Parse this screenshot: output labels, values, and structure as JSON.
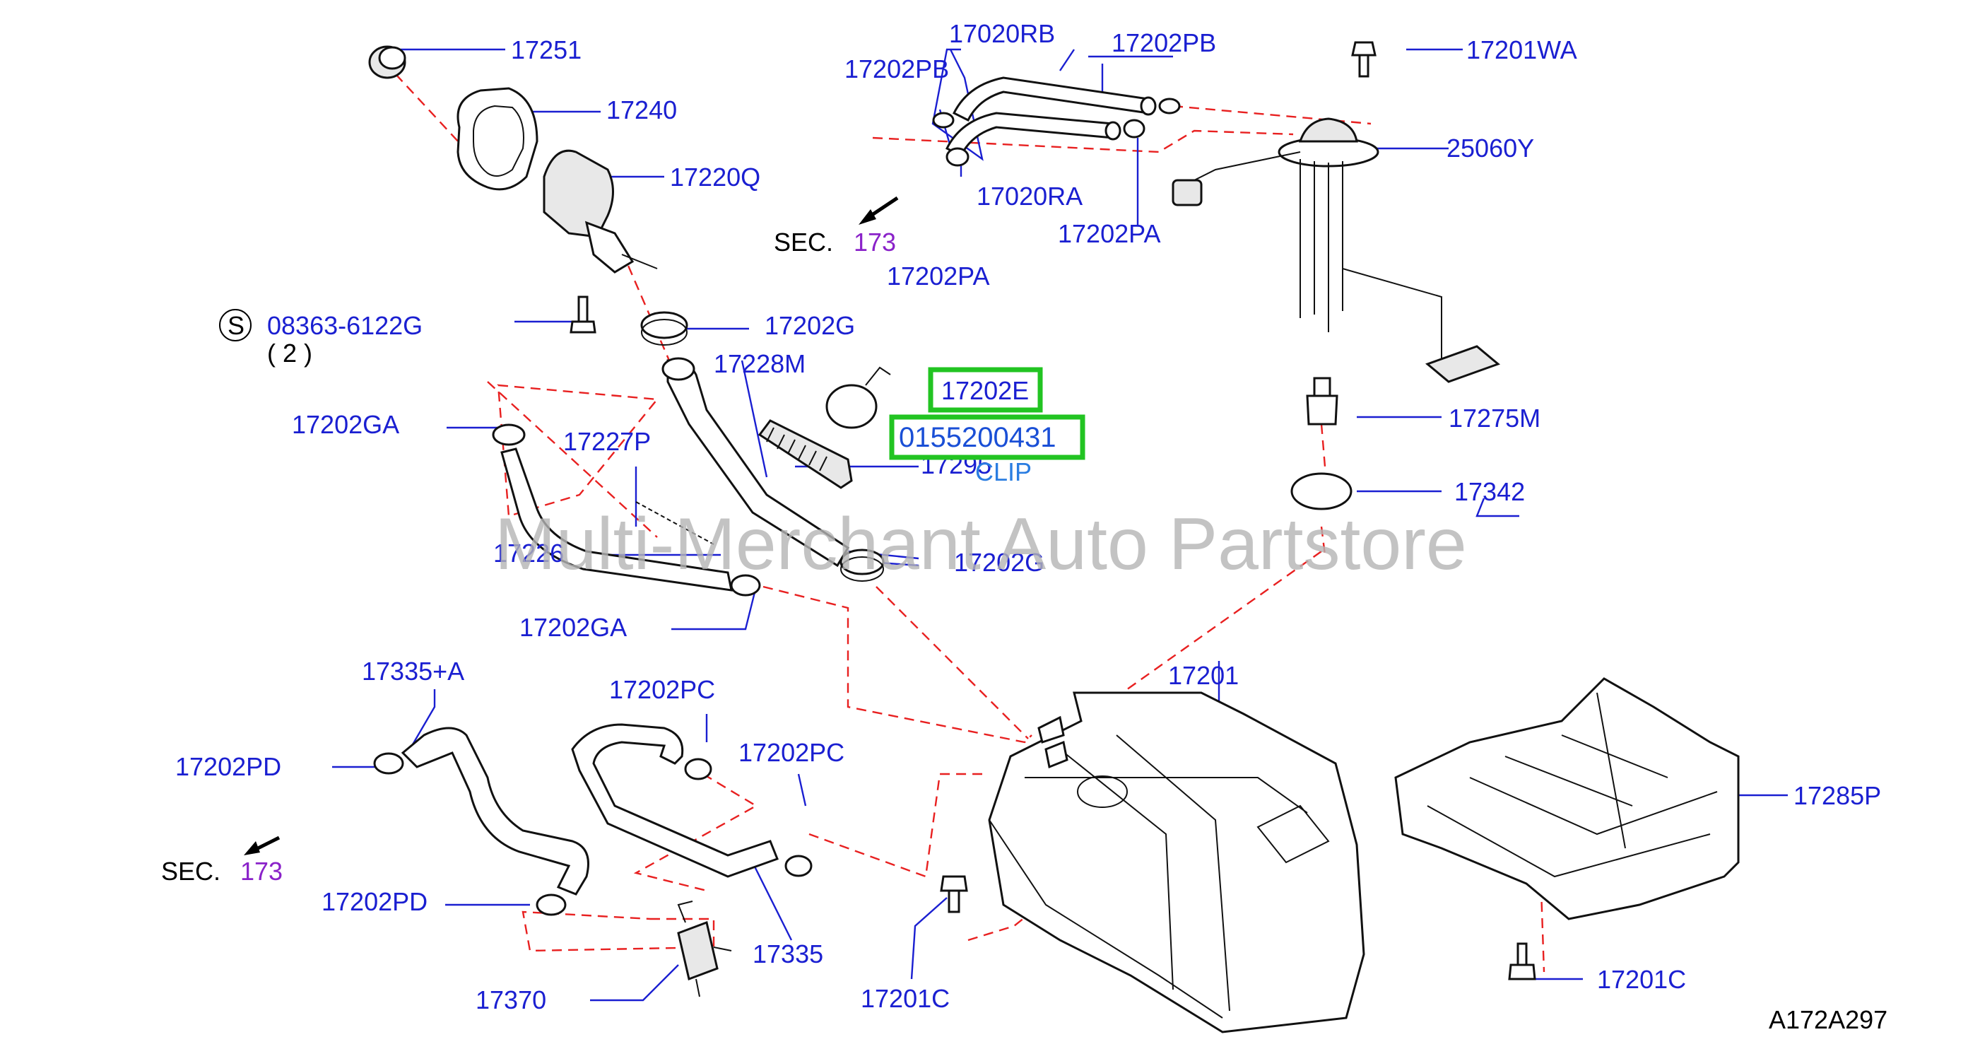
{
  "diagram": {
    "watermark": "Multi-Merchant Auto Partstore",
    "diagram_code": "A172A297",
    "section_refs": [
      {
        "prefix": "SEC.",
        "number": "173"
      },
      {
        "prefix": "SEC.",
        "number": "173"
      }
    ],
    "screw_symbol": "S",
    "labels": {
      "p17251": "17251",
      "p17240": "17240",
      "p17220Q": "17220Q",
      "p08363": "08363-6122G",
      "p08363_qty": "( 2 )",
      "p17202G_top": "17202G",
      "p17228M": "17228M",
      "p17202GA_top": "17202GA",
      "p17227P": "17227P",
      "p17226": "17226",
      "p17202GA_bottom": "17202GA",
      "p17295": "17295",
      "p17202G_mid": "17202G",
      "p17020RB": "17020RB",
      "p17202PB_left": "17202PB",
      "p17202PB_right": "17202PB",
      "p17020RA": "17020RA",
      "p17202PA_left": "17202PA",
      "p17202PA_right": "17202PA",
      "p17201WA": "17201WA",
      "p25060Y": "25060Y",
      "p17202E": "17202E",
      "p0155200431": "0155200431",
      "clip_text": "CLIP",
      "p17275M": "17275M",
      "p17342": "17342",
      "p17201": "17201",
      "p17285P": "17285P",
      "p17335A": "17335+A",
      "p17202PD_top": "17202PD",
      "p17202PD_bottom": "17202PD",
      "p17202PC_left": "17202PC",
      "p17202PC_right": "17202PC",
      "p17335": "17335",
      "p17370": "17370",
      "p17201C_left": "17201C",
      "p17201C_right": "17201C"
    }
  }
}
